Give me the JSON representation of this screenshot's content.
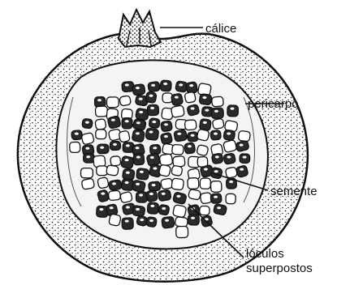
{
  "diagram": {
    "labels": {
      "calyx": "cálice",
      "pericarp": "pericarpo",
      "seed": "semente",
      "locules_line1": "lóculos",
      "locules_line2": "superpostos"
    }
  },
  "colors": {
    "ink": "#111111",
    "paper": "#ffffff"
  }
}
